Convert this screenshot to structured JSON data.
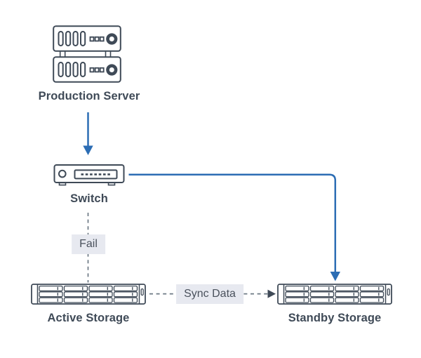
{
  "colors": {
    "background": "#ffffff",
    "accent-blue": "#2c6db4",
    "icon-stroke": "#3f4a57",
    "dash-gray": "#6d7985",
    "badge-bg": "#e7e9f0",
    "badge-text": "#4a515c",
    "label-text": "#3f4a57"
  },
  "nodes": [
    {
      "id": "production-server",
      "label": "Production Server",
      "icon": "server-icon"
    },
    {
      "id": "switch",
      "label": "Switch",
      "icon": "switch-icon"
    },
    {
      "id": "active-storage",
      "label": "Active Storage",
      "icon": "storage-icon"
    },
    {
      "id": "standby-storage",
      "label": "Standby Storage",
      "icon": "storage-icon"
    }
  ],
  "edges": [
    {
      "from": "production-server",
      "to": "switch",
      "style": "solid-blue-arrow"
    },
    {
      "from": "switch",
      "to": "active-storage",
      "style": "dashed",
      "label": "Fail"
    },
    {
      "from": "active-storage",
      "to": "standby-storage",
      "style": "dashed-arrow",
      "label": "Sync Data"
    },
    {
      "from": "switch",
      "to": "standby-storage",
      "style": "solid-blue-arrow"
    }
  ]
}
